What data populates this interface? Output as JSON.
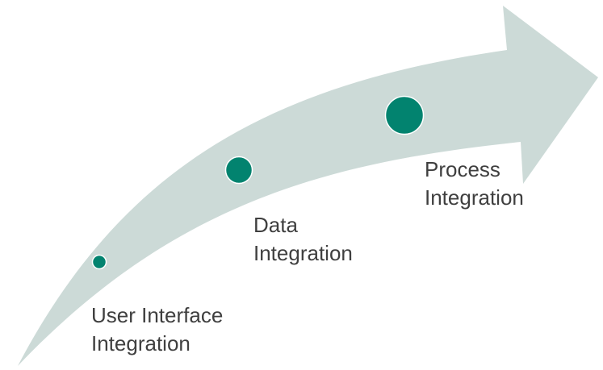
{
  "colors": {
    "arrow": "#ccdad7",
    "marker": "#02836f",
    "marker_outline": "#ffffff",
    "text": "#3f3f3f"
  },
  "stages": [
    {
      "line1": "User Interface",
      "line2": "Integration",
      "marker": "small-circle"
    },
    {
      "line1": "Data",
      "line2": "Integration",
      "marker": "medium-circle"
    },
    {
      "line1": "Process",
      "line2": "Integration",
      "marker": "large-circle"
    }
  ]
}
